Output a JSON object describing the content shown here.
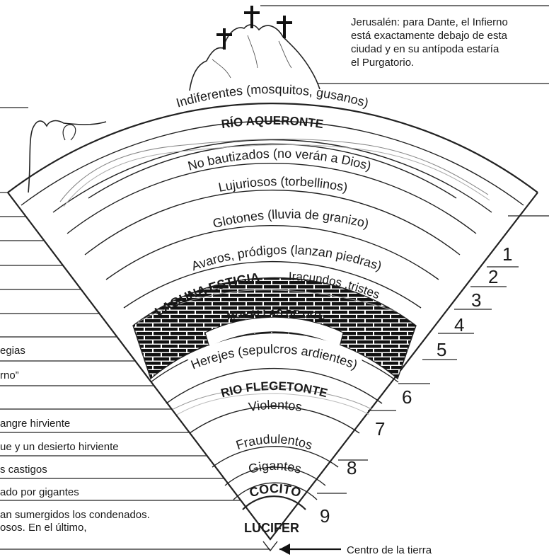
{
  "jerusalem_note": [
    "Jerusalén: para Dante, el Infierno",
    "está exactamente debajo de esta",
    "ciudad y en su antípoda estaría",
    "el Purgatorio."
  ],
  "zones": {
    "indiferentes": "Indiferentes (mosquitos, gusanos)",
    "aqueronte": "RÍO AQUERONTE",
    "no_bautizados": "No bautizados (no verán a Dios)",
    "lujuriosos": "Lujuriosos (torbellinos)",
    "glotones": "Glotones (lluvia de granizo)",
    "avaros": "Avaros, pródigos (lanzan piedras)",
    "estigia": "LAGUNA ESTIGIA",
    "iracundos": "Iracundos ,tristes",
    "murallas": "MURALLAS DE DITE",
    "herejes": "Herejes (sepulcros ardientes)",
    "flegetonte": "RIO FLEGETONTE",
    "violentos": "Violentos",
    "fraudulentos": "Fraudulentos",
    "gigantes": "Gigantes",
    "cocito": "COCITO",
    "lucifer": "LUCIFER"
  },
  "circle_numbers": [
    "1",
    "2",
    "3",
    "4",
    "5",
    "6",
    "7",
    "8",
    "9"
  ],
  "left_notes": {
    "n1": "egias",
    "n2": "rno”",
    "n3": "angre hirviente",
    "n4": "ue y un desierto hirviente",
    "n5": "s castigos",
    "n6": "ado por gigantes",
    "n7a": "an sumergidos los condenados.",
    "n7b": "osos. En el último,"
  },
  "center_label": "Centro de la tierra"
}
